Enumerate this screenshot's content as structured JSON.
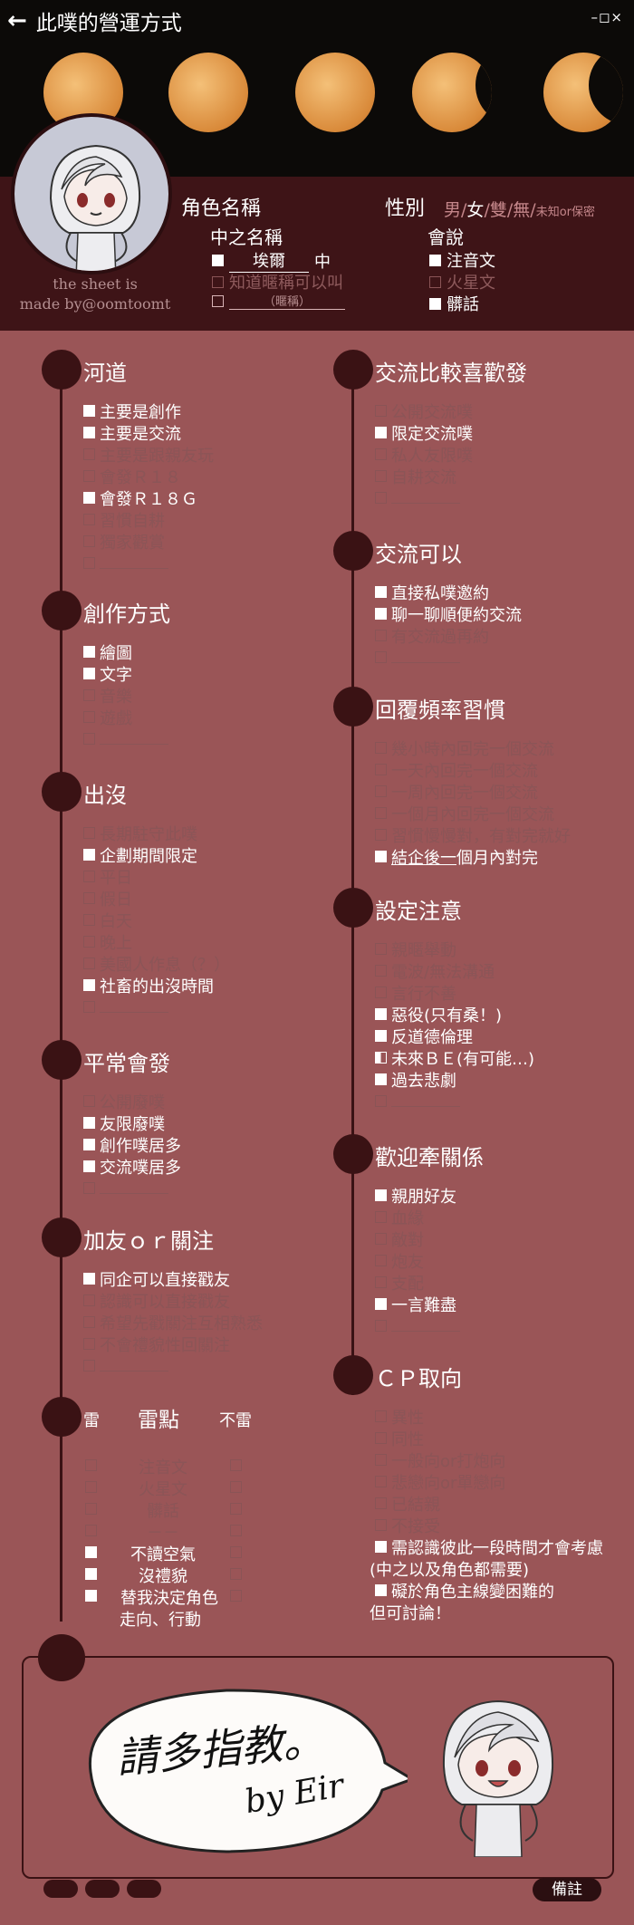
{
  "header": {
    "back_icon": "left-arrow-icon",
    "title": "此噗的營運方式",
    "window_controls": "–◻×"
  },
  "colors": {
    "background": "#9a5557",
    "dark": "#3a1214",
    "band": "#3e1417",
    "moon": "#e8a050"
  },
  "moons": [
    {
      "phase": 0.0
    },
    {
      "phase": 0.22
    },
    {
      "phase": 0.45
    },
    {
      "phase": 0.62
    },
    {
      "phase": 0.8
    }
  ],
  "profile": {
    "credit_line1": "the sheet is",
    "credit_line2": "made by@oomtoomt",
    "role_name_label": "角色名稱",
    "gender_label": "性別",
    "gender_options": [
      "男",
      "/",
      "女",
      "/",
      "雙",
      "/",
      "無",
      "/",
      "未知or保密"
    ],
    "gender_selected_index": 2,
    "mid_name_label": "中之名稱",
    "mid_name_value": "埃爾",
    "mid_name_suffix": "中",
    "mid_name_opt2": "知道暱稱可以叫",
    "mid_name_nickname_hint": "（暱稱）",
    "speak_label": "會說",
    "speak_options": [
      {
        "text": "注音文",
        "checked": true
      },
      {
        "text": "火星文",
        "checked": false
      },
      {
        "text": "髒話",
        "checked": true
      }
    ]
  },
  "left_sections": [
    {
      "title": "河道",
      "items": [
        {
          "text": "主要是創作",
          "checked": true
        },
        {
          "text": "主要是交流",
          "checked": true
        },
        {
          "text": "主要是跟親友玩",
          "checked": false
        },
        {
          "text": "會發Ｒ１８",
          "checked": false
        },
        {
          "text": "會發Ｒ１８Ｇ",
          "checked": true
        },
        {
          "text": "習慣自耕",
          "checked": false
        },
        {
          "text": "獨家觀賞",
          "checked": false
        },
        {
          "text": "",
          "checked": false
        }
      ]
    },
    {
      "title": "創作方式",
      "items": [
        {
          "text": "繪圖",
          "checked": true
        },
        {
          "text": "文字",
          "checked": true
        },
        {
          "text": "音樂",
          "checked": false
        },
        {
          "text": "遊戲",
          "checked": false
        },
        {
          "text": "",
          "checked": false
        }
      ]
    },
    {
      "title": "出沒",
      "items": [
        {
          "text": "長期駐守此噗",
          "checked": false
        },
        {
          "text": "企劃期間限定",
          "checked": true
        },
        {
          "text": "平日",
          "checked": false
        },
        {
          "text": "假日",
          "checked": false
        },
        {
          "text": "白天",
          "checked": false
        },
        {
          "text": "晚上",
          "checked": false
        },
        {
          "text": "美國人作息（？）",
          "checked": false
        },
        {
          "text": "社畜的出沒時間",
          "checked": true
        },
        {
          "text": "",
          "checked": false
        }
      ]
    },
    {
      "title": "平常會發",
      "items": [
        {
          "text": "公開廢噗",
          "checked": false
        },
        {
          "text": "友限廢噗",
          "checked": true
        },
        {
          "text": "創作噗居多",
          "checked": true
        },
        {
          "text": "交流噗居多",
          "checked": true
        },
        {
          "text": "",
          "checked": false
        }
      ]
    },
    {
      "title": "加友ｏｒ關注",
      "items": [
        {
          "text": "同企可以直接戳友",
          "checked": true
        },
        {
          "text": "認識可以直接戳友",
          "checked": false
        },
        {
          "text": "希望先戳關注互相熟悉",
          "checked": false
        },
        {
          "text": "不會禮貌性回關注",
          "checked": false
        },
        {
          "text": "",
          "checked": false
        }
      ]
    }
  ],
  "lei": {
    "left_head": "雷",
    "mid_head": "雷點",
    "right_head": "不雷",
    "rows": [
      {
        "text": "注音文",
        "left": false,
        "right": false,
        "active": false
      },
      {
        "text": "火星文",
        "left": false,
        "right": false,
        "active": false
      },
      {
        "text": "髒話",
        "left": false,
        "right": false,
        "active": false
      },
      {
        "text": "",
        "left": false,
        "right": false,
        "active": false
      },
      {
        "text": "不讀空氣",
        "left": true,
        "right": false,
        "active": true
      },
      {
        "text": "沒禮貌",
        "left": true,
        "right": false,
        "active": true
      },
      {
        "text": "替我決定角色",
        "left": true,
        "right": false,
        "active": true
      }
    ],
    "last_line2": "走向、行動"
  },
  "right_sections": [
    {
      "title": "交流比較喜歡發",
      "items": [
        {
          "text": "公開交流噗",
          "checked": false
        },
        {
          "text": "限定交流噗",
          "checked": true
        },
        {
          "text": "私人友限噗",
          "checked": false
        },
        {
          "text": "自耕交流",
          "checked": false
        },
        {
          "text": "",
          "checked": false
        }
      ]
    },
    {
      "title": "交流可以",
      "items": [
        {
          "text": "直接私噗邀約",
          "checked": true
        },
        {
          "text": "聊一聊順便約交流",
          "checked": true
        },
        {
          "text": "有交流過再約",
          "checked": false
        },
        {
          "text": "",
          "checked": false
        }
      ]
    },
    {
      "title": "回覆頻率習慣",
      "items": [
        {
          "text": "幾小時內回完一個交流",
          "checked": false
        },
        {
          "text": "一天內回完一個交流",
          "checked": false
        },
        {
          "text": "一周內回完一個交流",
          "checked": false
        },
        {
          "text": "一個月內回完一個交流",
          "checked": false
        },
        {
          "text": "習慣慢慢對，有對完就好",
          "checked": false
        },
        {
          "text": "結企後一個月內對完",
          "checked": true,
          "underline": "結企後一"
        }
      ]
    },
    {
      "title": "設定注意",
      "items": [
        {
          "text": "親暱舉動",
          "checked": false
        },
        {
          "text": "電波/無法溝通",
          "checked": false
        },
        {
          "text": "言行不善",
          "checked": false
        },
        {
          "text": "惡役(只有桑！)",
          "checked": true
        },
        {
          "text": "反道德倫理",
          "checked": true
        },
        {
          "text": "未來ＢＥ(有可能…)",
          "checked": "half"
        },
        {
          "text": "過去悲劇",
          "checked": true
        },
        {
          "text": "",
          "checked": false
        }
      ]
    },
    {
      "title": "歡迎牽關係",
      "items": [
        {
          "text": "親朋好友",
          "checked": true
        },
        {
          "text": "血緣",
          "checked": false
        },
        {
          "text": "敵對",
          "checked": false
        },
        {
          "text": "炮友",
          "checked": false
        },
        {
          "text": "支配",
          "checked": false
        },
        {
          "text": "一言難盡",
          "checked": true
        },
        {
          "text": "",
          "checked": false
        }
      ]
    },
    {
      "title": "ＣＰ取向",
      "items": [
        {
          "text": "異性",
          "checked": false
        },
        {
          "text": "同性",
          "checked": false
        },
        {
          "text": "一般向or打炮向",
          "checked": false
        },
        {
          "text": "悲戀向or單戀向",
          "checked": false
        },
        {
          "text": "已結親",
          "checked": false
        },
        {
          "text": "不接受",
          "checked": false
        },
        {
          "text": "需認識彼此一段時間才會考慮",
          "checked": true
        },
        {
          "text": "(中之以及角色都需要)",
          "checked": null
        },
        {
          "text": "礙於角色主線變困難的",
          "checked": true
        },
        {
          "text": "但可討論！",
          "checked": null
        }
      ]
    }
  ],
  "footer": {
    "sign_text": "請多指教。",
    "sign_by": "by Eir",
    "notes_button": "備註"
  }
}
